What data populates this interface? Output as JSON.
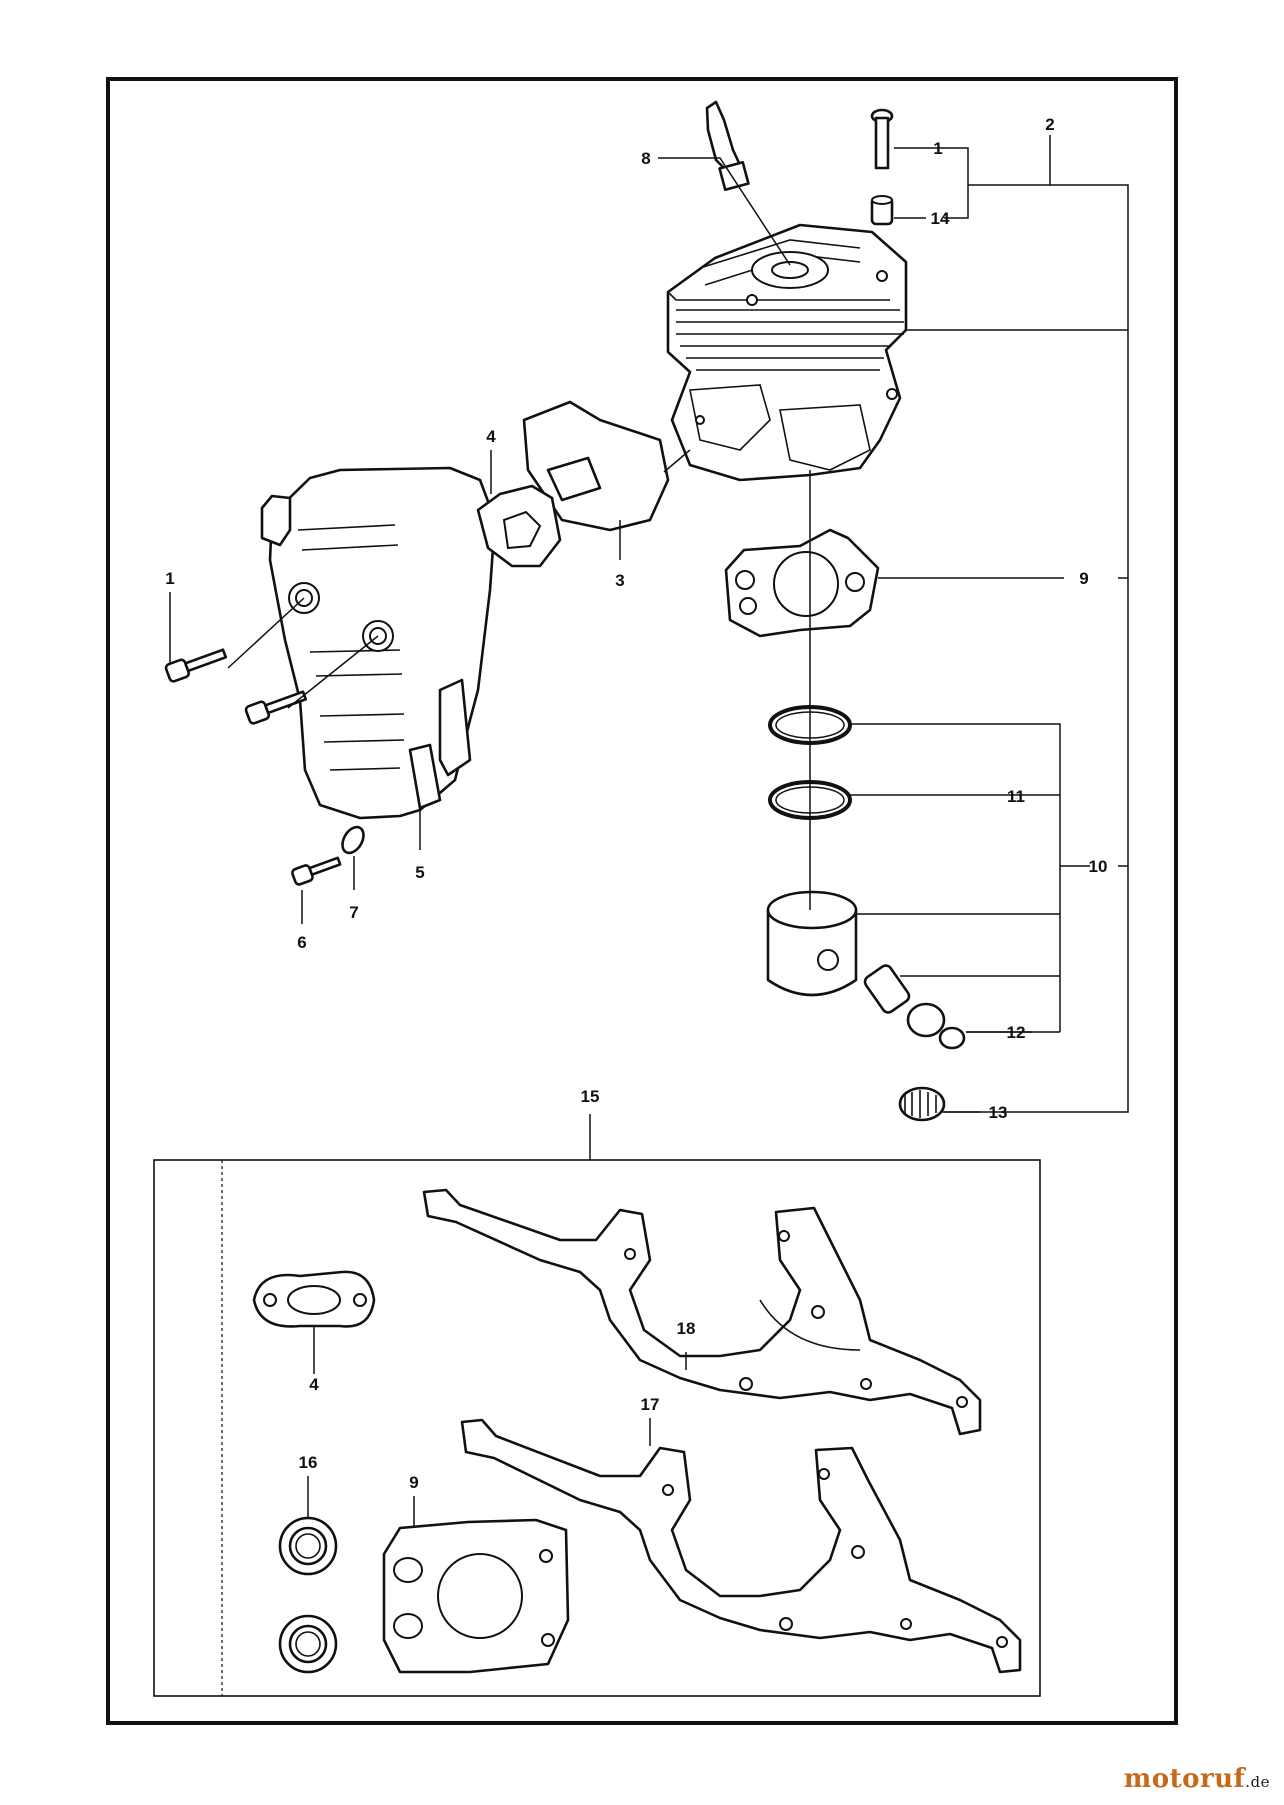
{
  "diagram": {
    "callouts": [
      {
        "id": "c8",
        "label": "8"
      },
      {
        "id": "c1a",
        "label": "1"
      },
      {
        "id": "c14",
        "label": "14"
      },
      {
        "id": "c2",
        "label": "2"
      },
      {
        "id": "c4a",
        "label": "4"
      },
      {
        "id": "c3",
        "label": "3"
      },
      {
        "id": "c1b",
        "label": "1"
      },
      {
        "id": "c9a",
        "label": "9"
      },
      {
        "id": "c11",
        "label": "11"
      },
      {
        "id": "c10",
        "label": "10"
      },
      {
        "id": "c5",
        "label": "5"
      },
      {
        "id": "c7",
        "label": "7"
      },
      {
        "id": "c6",
        "label": "6"
      },
      {
        "id": "c12",
        "label": "12"
      },
      {
        "id": "c13",
        "label": "13"
      },
      {
        "id": "c15",
        "label": "15"
      },
      {
        "id": "c18",
        "label": "18"
      },
      {
        "id": "c4b",
        "label": "4"
      },
      {
        "id": "c17",
        "label": "17"
      },
      {
        "id": "c16",
        "label": "16"
      },
      {
        "id": "c9b",
        "label": "9"
      }
    ]
  },
  "watermark": {
    "brand": "motoruf",
    "suffix": ".de",
    "color": "#c46a1a"
  }
}
